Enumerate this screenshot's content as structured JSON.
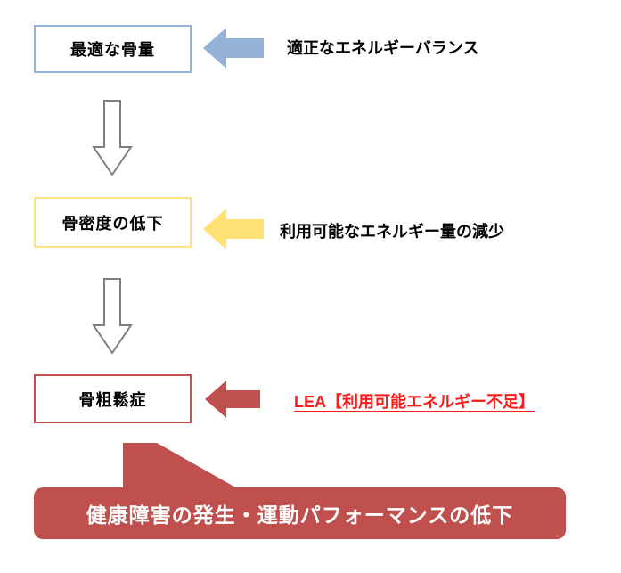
{
  "stages": [
    {
      "box": "最適な骨量",
      "cause": "適正なエネルギーバランス",
      "accent_color": "#95B3D7"
    },
    {
      "box": "骨密度の低下",
      "cause": "利用可能なエネルギー量の減少",
      "accent_color": "#FFE285"
    },
    {
      "box": "骨粗鬆症",
      "cause": "LEA【利用可能エネルギー不足】",
      "accent_color": "#C0504D"
    }
  ],
  "banner": {
    "text": "健康障害の発生・運動パフォーマンスの低下",
    "background_color": "#C0504D",
    "text_color": "#FFFFFF"
  },
  "colors": {
    "lea_text": "#FF1A1A",
    "down_arrow_outline": "#7F7F7F"
  }
}
